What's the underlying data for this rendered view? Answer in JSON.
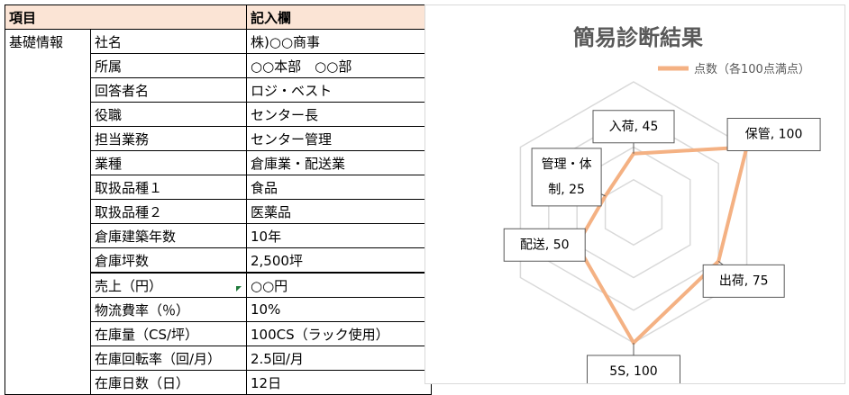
{
  "table": {
    "header": {
      "col1": "項目",
      "col2": "記入欄"
    },
    "category": "基礎情報",
    "rows": [
      {
        "label": "社名",
        "value": "株)○○商事"
      },
      {
        "label": "所属",
        "value": "○○本部　○○部"
      },
      {
        "label": "回答者名",
        "value": "ロジ・ベスト"
      },
      {
        "label": "役職",
        "value": "センター長"
      },
      {
        "label": "担当業務",
        "value": "センター管理"
      },
      {
        "label": "業種",
        "value": "倉庫業・配送業"
      },
      {
        "label": "取扱品種１",
        "value": "食品"
      },
      {
        "label": "取扱品種２",
        "value": "医薬品"
      },
      {
        "label": "倉庫建築年数",
        "value": "10年"
      },
      {
        "label": "倉庫坪数",
        "value": "2,500坪"
      },
      {
        "label": "売上（円）",
        "value": "○○円"
      },
      {
        "label": "物流費率（％）",
        "value": "10%"
      },
      {
        "label": "在庫量（CS/坪）",
        "value": "100CS（ラック使用）"
      },
      {
        "label": "在庫回転率（回/月）",
        "value": "2.5回/月"
      },
      {
        "label": "在庫日数（日）",
        "value": "12日"
      }
    ]
  },
  "chart_data": {
    "type": "radar",
    "title": "簡易診断結果",
    "legend": "点数（各100点満点）",
    "legend_position": "top-right",
    "categories": [
      "入荷",
      "保管",
      "出荷",
      "5S",
      "配送",
      "管理・体制"
    ],
    "values": [
      45,
      100,
      75,
      100,
      50,
      25
    ],
    "data_labels": [
      "入荷, 45",
      "保管, 100",
      "出荷, 75",
      "5S, 100",
      "配送, 50",
      "管理・体制, 25"
    ],
    "rmax": 100,
    "grid": true,
    "colors": {
      "series": "#f4b183",
      "grid": "#d9d9d9",
      "title": "#595959"
    }
  }
}
